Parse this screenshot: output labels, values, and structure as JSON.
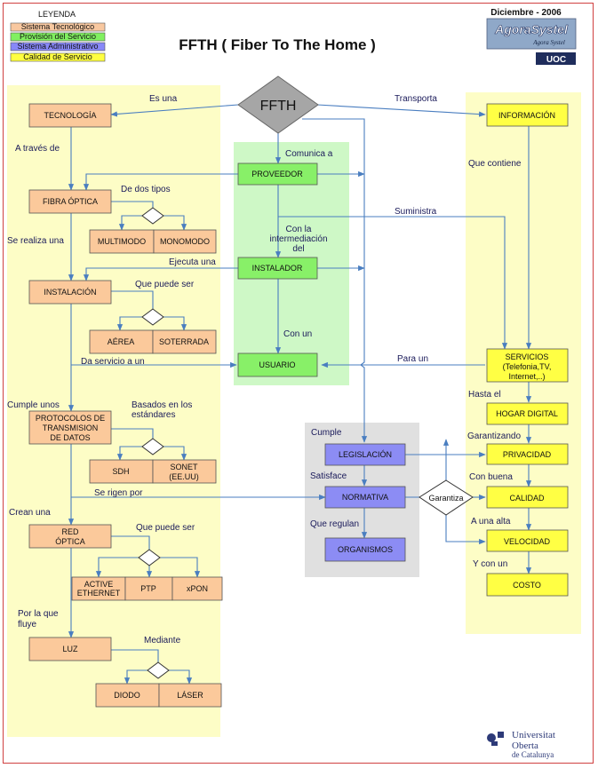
{
  "header": {
    "date": "Diciembre - 2006",
    "title": "FFTH ( Fiber To The Home )",
    "logo_name": "AgoraSystel",
    "logo_tagline": "Agora Systel",
    "uoc_badge": "UOC"
  },
  "legend": {
    "title": "LEYENDA",
    "items": [
      {
        "label": "Sistema Tecnológico",
        "color": "#f8c8a0"
      },
      {
        "label": "Provisión del Servicio",
        "color": "#80f060"
      },
      {
        "label": "Sistema Administrativo",
        "color": "#8888f8"
      },
      {
        "label": "Calidad de Servicio",
        "color": "#ffff40"
      }
    ]
  },
  "colors": {
    "tech": "#fbc99b",
    "prov": "#88f068",
    "admin": "#8c8cf4",
    "quality": "#ffff44",
    "zone_yellow": "#fdfdc6",
    "zone_green": "#cef8c6",
    "zone_gray": "#e0e0e0",
    "arrow": "#4a7ec0"
  },
  "nodes": {
    "ffth": "FFTH",
    "tecnologia": "TECNOLOGÍA",
    "fibra": "FIBRA ÓPTICA",
    "multimodo": "MULTIMODO",
    "monomodo": "MONOMODO",
    "instalacion": "INSTALACIÓN",
    "aerea": "AÉREA",
    "soterrada": "SOTERRADA",
    "protocolos": [
      "PROTOCOLOS DE",
      "TRANSMISION",
      "DE DATOS"
    ],
    "sdh": "SDH",
    "sonet": [
      "SONET",
      "(EE.UU)"
    ],
    "red": [
      "RED",
      "ÓPTICA"
    ],
    "active": [
      "ACTIVE",
      "ETHERNET"
    ],
    "ptp": "PTP",
    "xpon": "xPON",
    "luz": "LUZ",
    "diodo": "DIODO",
    "laser": "LÁSER",
    "proveedor": "PROVEEDOR",
    "instalador": "INSTALADOR",
    "usuario": "USUARIO",
    "legislacion": "LEGISLACIÓN",
    "normativa": "NORMATIVA",
    "organismos": "ORGANISMOS",
    "garantiza": "Garantiza",
    "informacion": "INFORMACIÓN",
    "servicios": [
      "SERVICIOS",
      "(Telefonia,TV,",
      "Internet,..)"
    ],
    "hogar": "HOGAR DIGITAL",
    "privacidad": "PRIVACIDAD",
    "calidad": "CALIDAD",
    "velocidad": "VELOCIDAD",
    "costo": "COSTO"
  },
  "labels": {
    "es_una": "Es una",
    "transporta": "Transporta",
    "a_traves": "A través de",
    "comunica": "Comunica a",
    "de_dos_tipos": "De dos tipos",
    "que_contiene": "Que contiene",
    "suministra": "Suministra",
    "se_realiza": "Se realiza una",
    "con_la": [
      "Con la",
      "intermediación",
      "del"
    ],
    "ejecuta": "Ejecuta una",
    "que_puede_ser_1": "Que puede ser",
    "con_un": "Con un",
    "da_servicio": "Da servicio a un",
    "para_un": "Para un",
    "hasta_el": "Hasta el",
    "cumple_unos": "Cumple unos",
    "basados": [
      "Basados en los",
      "estándares"
    ],
    "cumple": "Cumple",
    "garantizando": "Garantizando",
    "satisface": "Satisface",
    "con_buena": "Con buena",
    "se_rigen": "Se rigen por",
    "crean_una": "Crean una",
    "que_regulan": "Que regulan",
    "a_una_alta": "A una alta",
    "que_puede_ser_2": "Que puede ser",
    "y_con_un": "Y con un",
    "por_la_que": [
      "Por la que",
      "fluye"
    ],
    "mediante": "Mediante"
  },
  "footer": {
    "university": [
      "Universitat",
      "Oberta",
      "de Catalunya"
    ]
  }
}
